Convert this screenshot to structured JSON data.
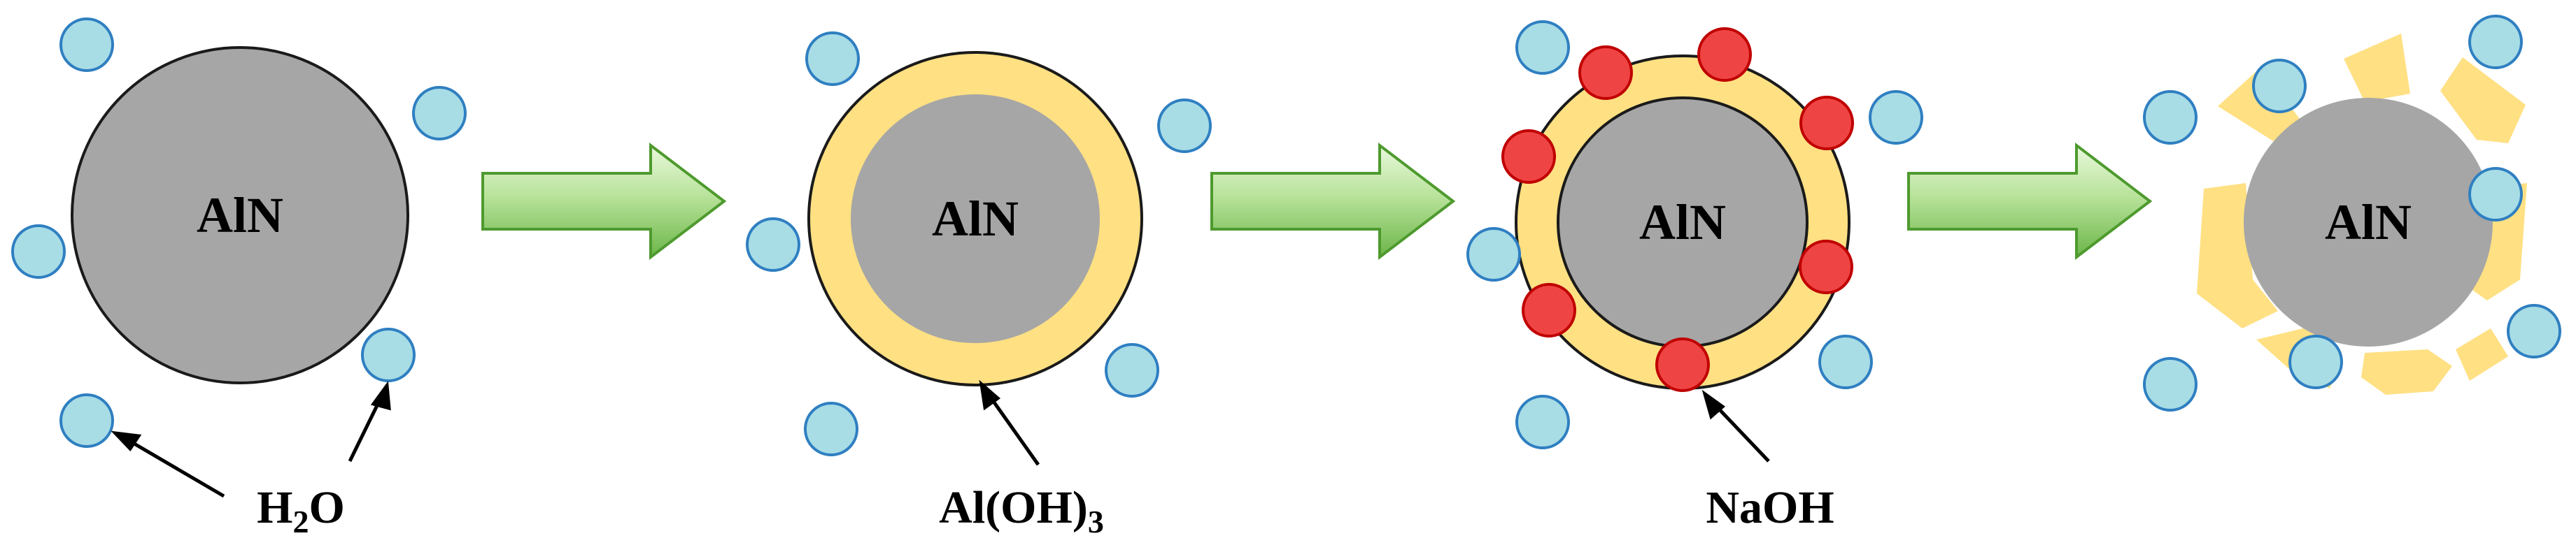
{
  "core_label": "AlN",
  "labels": {
    "water": {
      "main": "H",
      "sub": "2",
      "tail": "O"
    },
    "hydroxide": {
      "main": "Al(OH)",
      "sub": "3"
    },
    "naoh": {
      "main": "NaOH"
    }
  },
  "colors": {
    "core_fill": "#a6a6a6",
    "core_stroke": "#1a1a1a",
    "shell": "#ffe083",
    "water_fill": "#a8dde6",
    "water_stroke": "#2f7fc1",
    "naoh_fill": "#ef4444",
    "naoh_stroke": "#c00000",
    "arrow_light": "#d9f2c4",
    "arrow_dark": "#5fae3c"
  }
}
